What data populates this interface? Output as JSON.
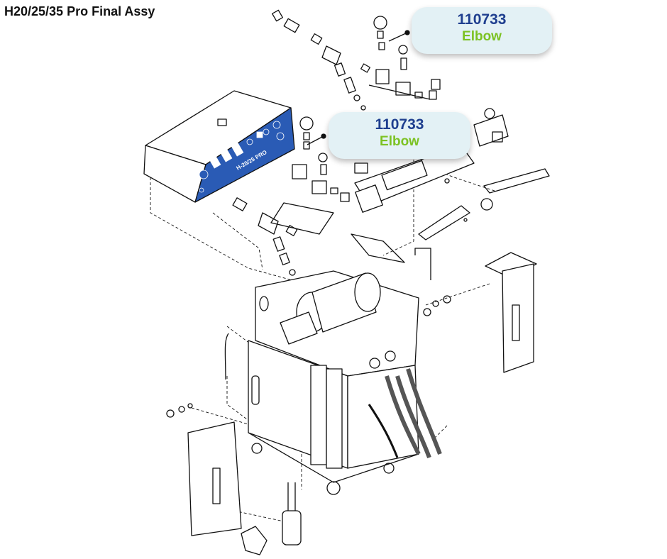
{
  "title": "H20/25/35 Pro Final Assy",
  "panel_label": "H-20/25 PRO",
  "callouts": [
    {
      "part_number": "110733",
      "name": "Elbow"
    },
    {
      "part_number": "110733",
      "name": "Elbow"
    }
  ],
  "colors": {
    "part_number": "#1f3f8f",
    "name": "#7cc223",
    "panel": "#2a5bb5",
    "callout_bg": "#e3f1f5"
  }
}
